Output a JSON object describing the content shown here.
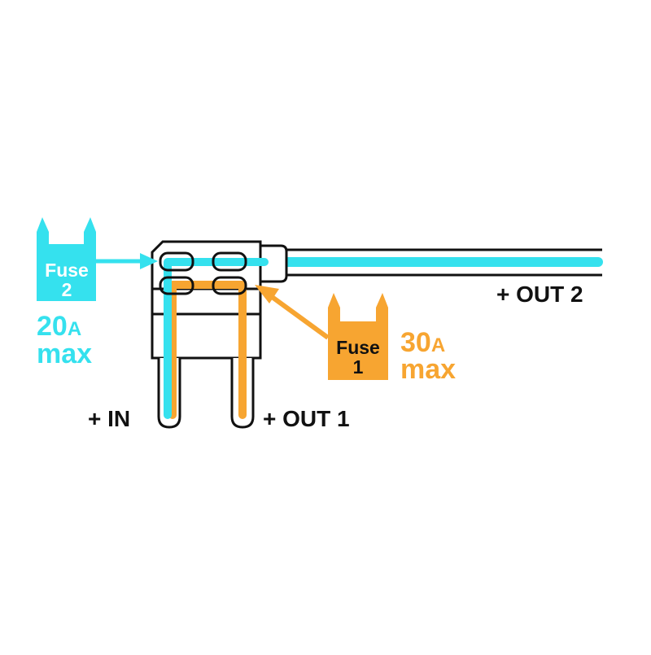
{
  "fuse2": {
    "label_line1": "Fuse",
    "label_line2": "2",
    "rating_value": "20",
    "rating_unit": "A",
    "rating_suffix": "max"
  },
  "fuse1": {
    "label_line1": "Fuse",
    "label_line2": "1",
    "rating_value": "30",
    "rating_unit": "A",
    "rating_suffix": "max"
  },
  "terminals": {
    "in": "+ IN",
    "out1": "+ OUT 1",
    "out2": "+ OUT 2"
  },
  "colors": {
    "fuse2_cyan": "#35e1ee",
    "fuse1_orange": "#f7a531",
    "outline": "#111111",
    "background": "#ffffff"
  }
}
